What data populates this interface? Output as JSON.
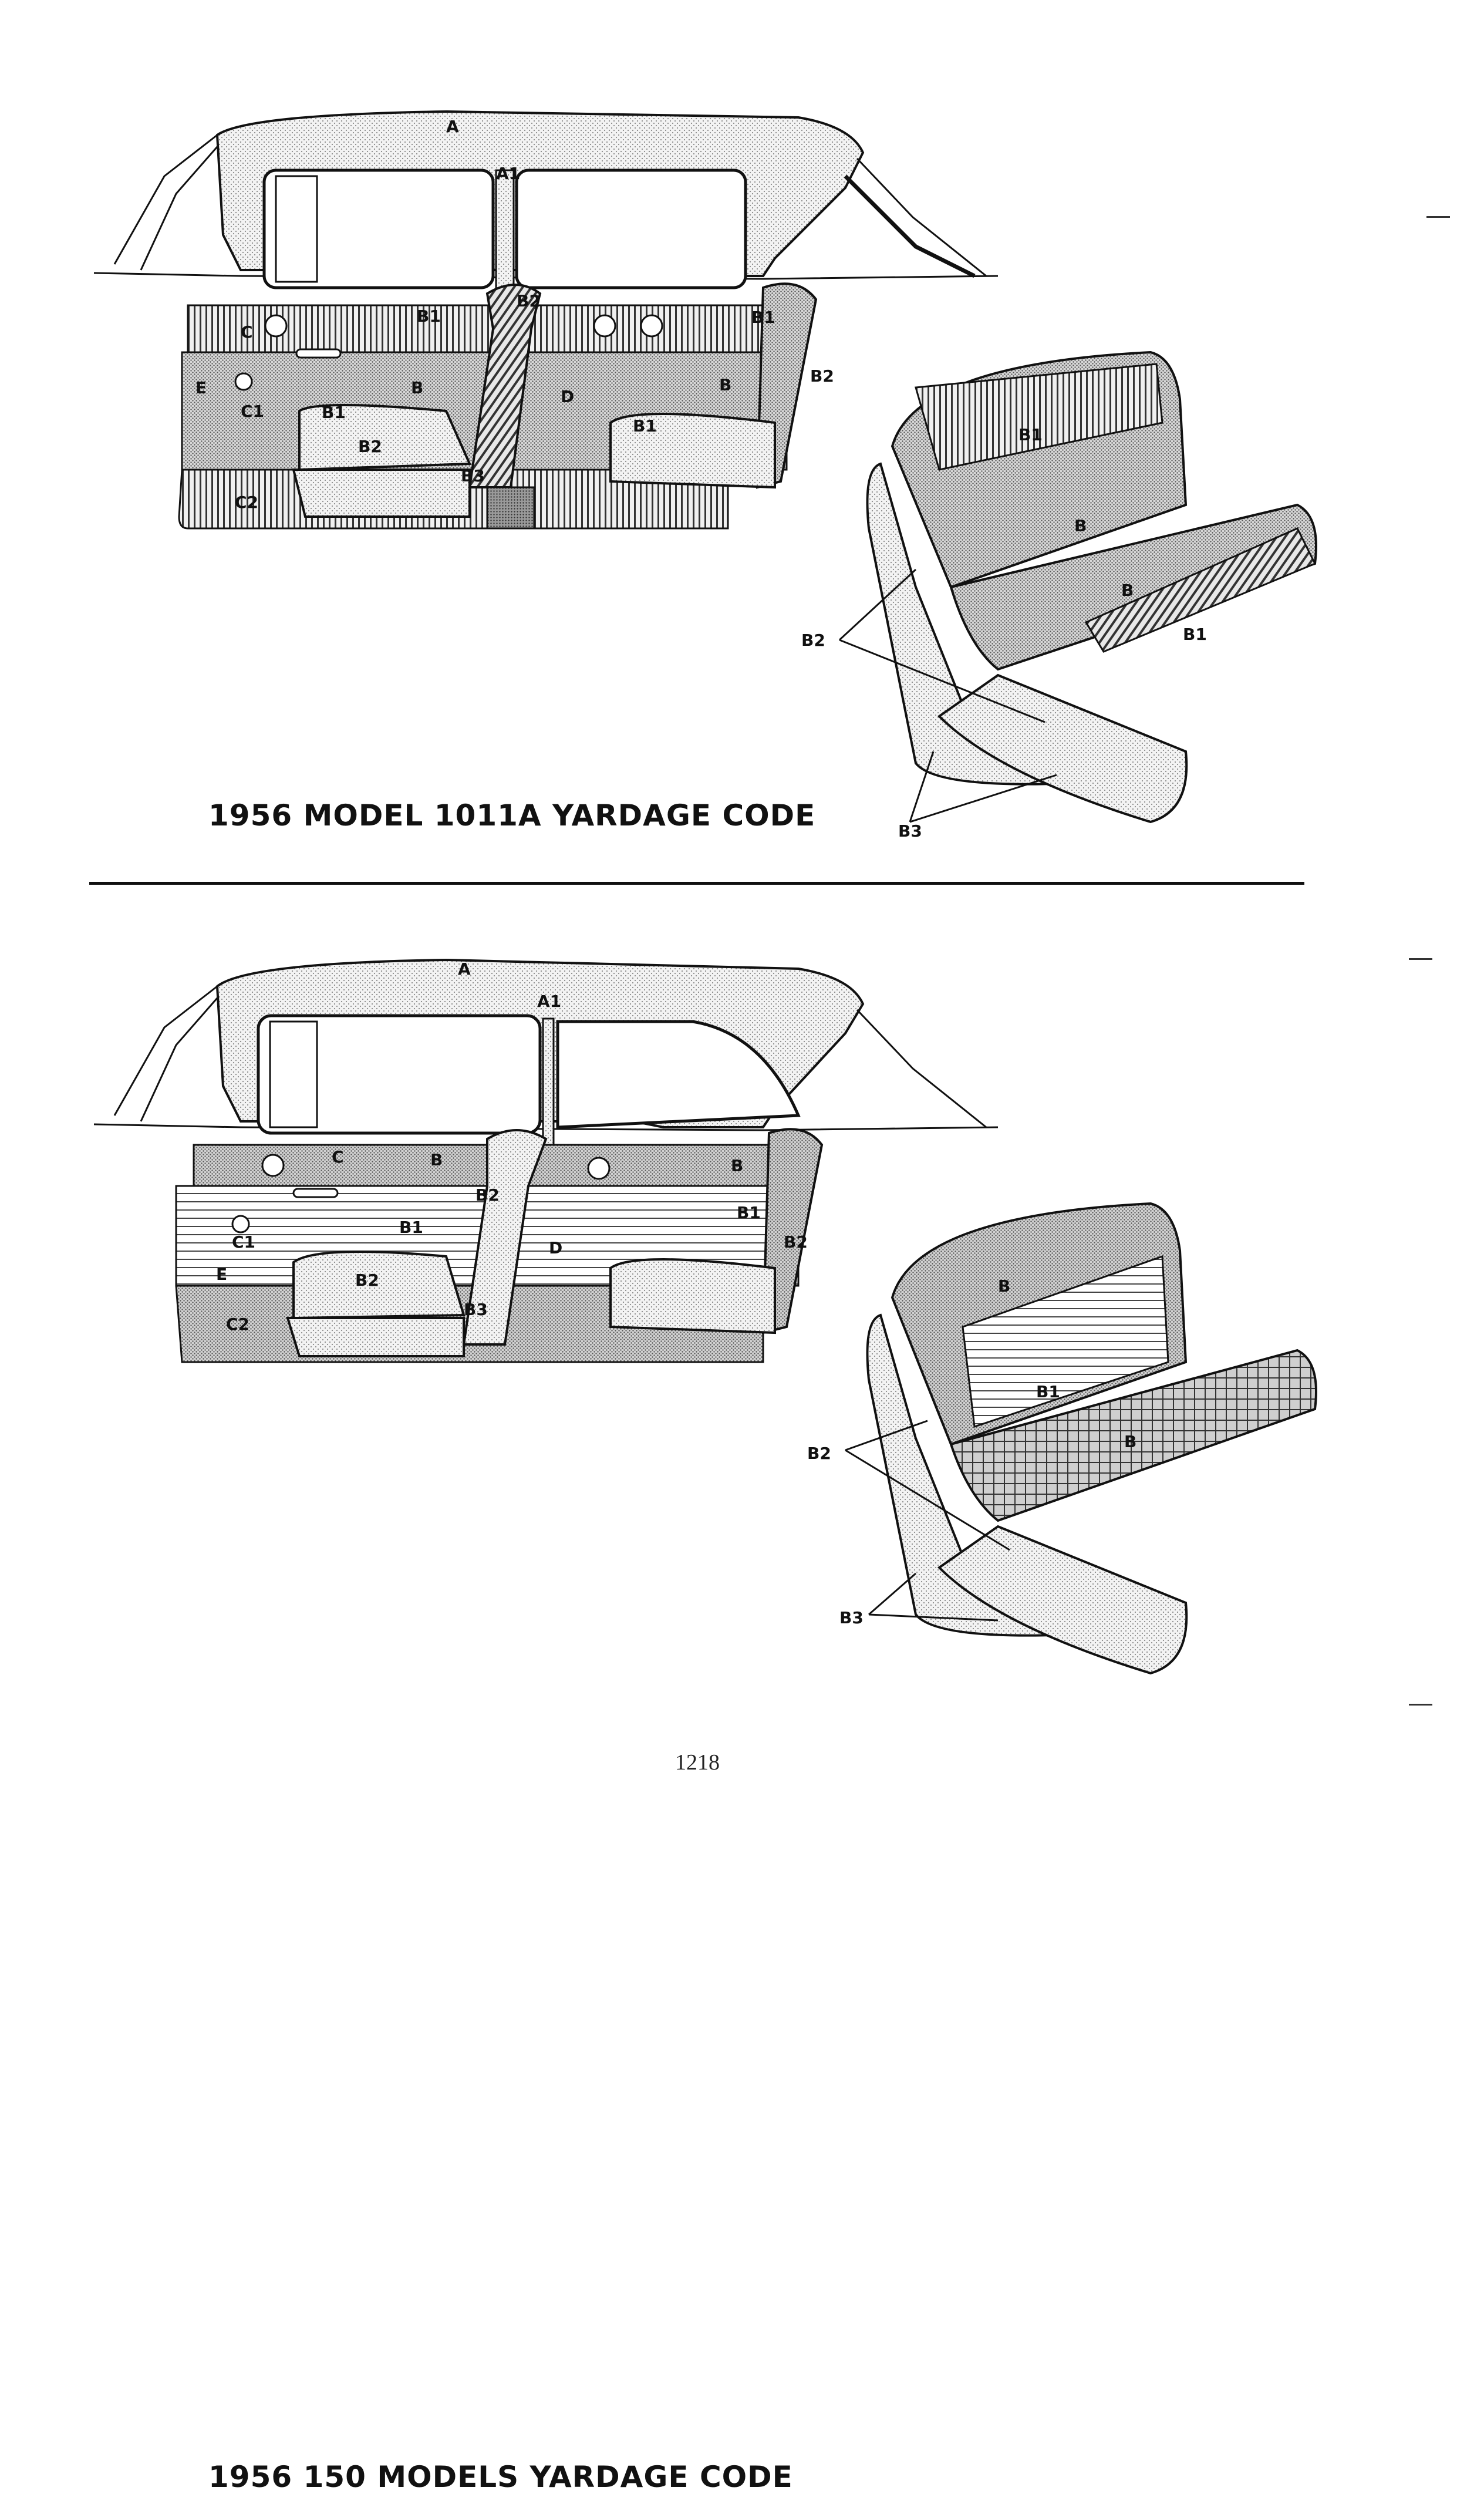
{
  "page": {
    "number": "1218"
  },
  "top_diagram": {
    "caption": "1956 MODEL 1011A YARDAGE CODE",
    "labels": {
      "roof": "A",
      "pillar": "A1",
      "door_panel_upper": "C",
      "armrest_panel": "C1",
      "lower_panel": "C2",
      "edge_trim": "E",
      "front_seat_insert": "B1",
      "front_seat_center": "B",
      "front_seat_cushion_border": "B1",
      "front_seat_cushion": "B2",
      "front_seat_top": "B2",
      "front_seat_base": "B3",
      "seat_back_panel": "D",
      "rear_seat_insert": "B1",
      "rear_seat_center": "B",
      "rear_seat_border": "B2",
      "rear_seat_cushion_border": "B1",
      "bench_back_insert": "B1",
      "bench_back": "B",
      "bench_cushion": "B",
      "bench_cushion_insert": "B1",
      "bench_border": "B2",
      "bench_base": "B3"
    }
  },
  "bottom_diagram": {
    "caption": "1956 150 MODELS YARDAGE CODE",
    "labels": {
      "roof": "A",
      "pillar": "A1",
      "door_panel_upper": "C",
      "armrest_panel": "C1",
      "lower_panel": "C2",
      "edge_trim": "E",
      "front_seat_center": "B",
      "front_seat_top": "B2",
      "front_seat_insert": "B1",
      "front_seat_cushion": "B2",
      "front_seat_base": "B3",
      "seat_back_panel": "D",
      "rear_seat_center": "B",
      "rear_seat_insert": "B1",
      "rear_seat_border": "B2",
      "bench_back": "B",
      "bench_back_insert": "B1",
      "bench_cushion": "B",
      "bench_border": "B2",
      "bench_base": "B3"
    }
  },
  "colors": {
    "ink": "#111111",
    "paper": "#ffffff",
    "stipple_light": "#e4e4e4",
    "stipple_mid": "#c9c9c9",
    "stipple_dark": "#a8a8a8"
  }
}
